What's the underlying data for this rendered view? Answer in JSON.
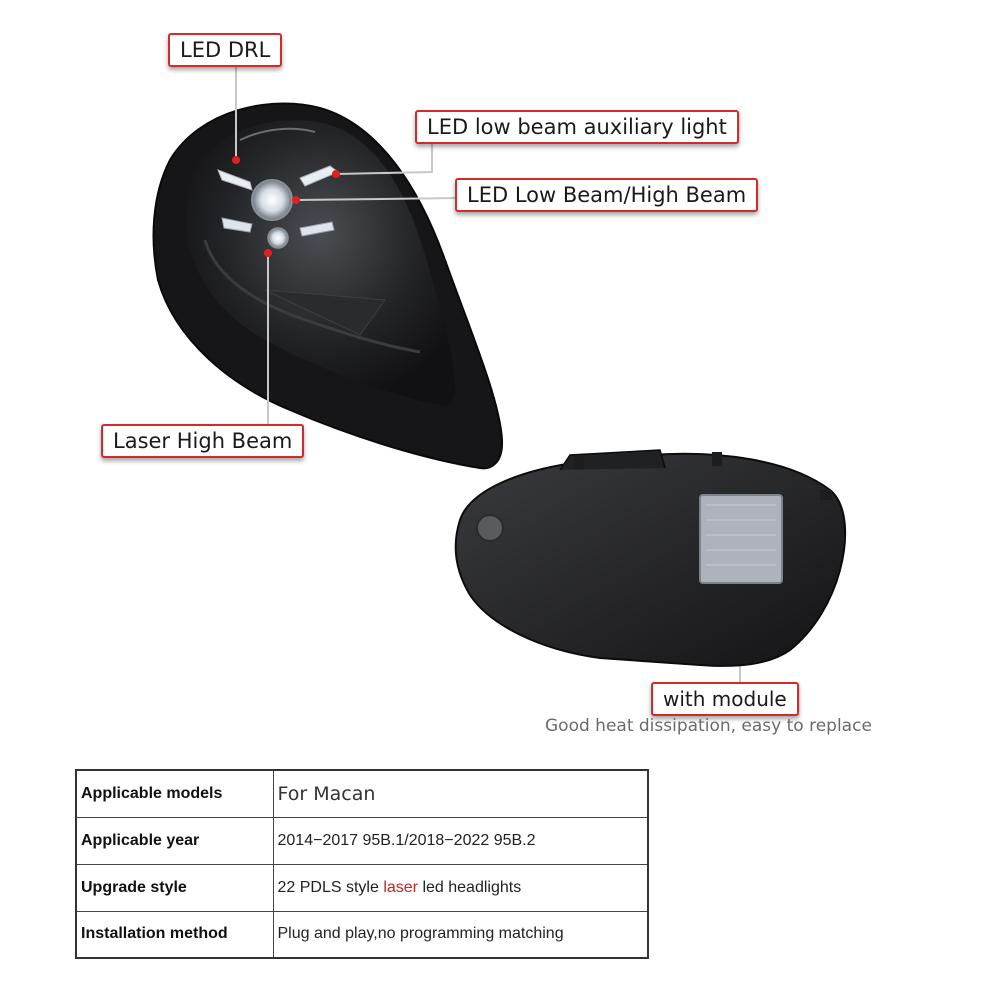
{
  "callouts": {
    "drl": "LED DRL",
    "low_beam_aux": "LED low beam auxiliary light",
    "low_high_beam": "LED Low Beam/High Beam",
    "laser_high_beam": "Laser High Beam",
    "module": "with module"
  },
  "module_caption": "Good heat dissipation, easy to replace",
  "specs": {
    "rows": [
      {
        "label": "Applicable models",
        "value": "For Macan"
      },
      {
        "label": "Applicable year",
        "value": "2014−2017 95B.1/2018−2022 95B.2"
      },
      {
        "label": "Upgrade style",
        "value_before": "22 PDLS style ",
        "value_highlight": "laser",
        "value_after": " led headlights"
      },
      {
        "label": "Installation method",
        "value": "Plug and play,no programming matching"
      }
    ]
  },
  "colors": {
    "callout_border": "#d42a2a",
    "highlight_text": "#cc1f1f",
    "headlight_body": "#1c1c1e"
  }
}
